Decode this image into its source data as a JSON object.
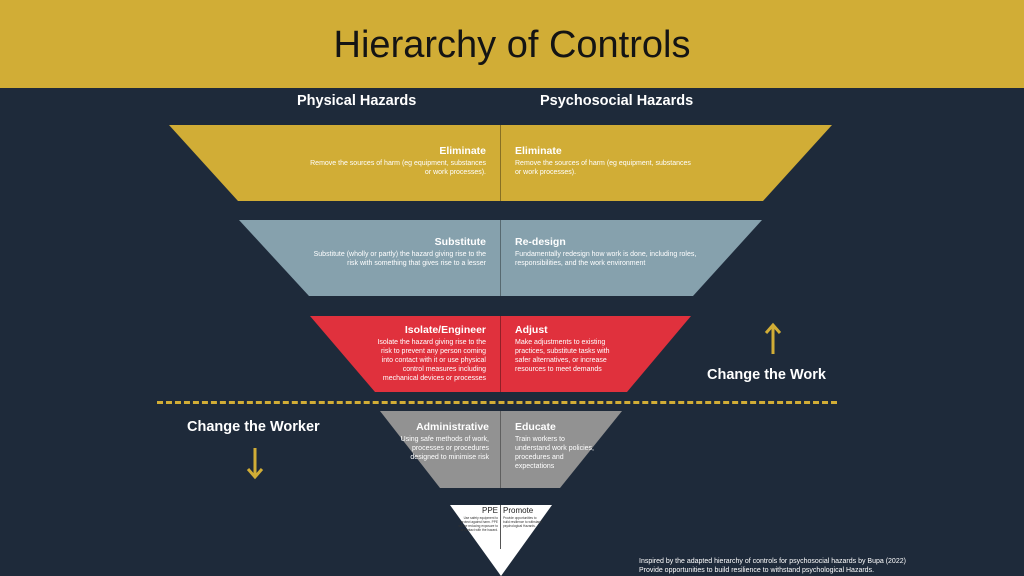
{
  "header": {
    "title": "Hierarchy of Controls"
  },
  "columns": {
    "left": "Physical Hazards",
    "right": "Psychosocial Hazards"
  },
  "colors": {
    "header": "#d1ad36",
    "background": "#1e2a3a",
    "eliminate": "#d1ad36",
    "substitute": "#86a1ad",
    "isolate": "#e0313d",
    "administrative": "#929292",
    "ppe": "#ffffff"
  },
  "tiers": {
    "eliminate": {
      "left_title": "Eliminate",
      "left_text": "Remove the sources of harm (eg equipment, substances or work processes).",
      "right_title": "Eliminate",
      "right_text": "Remove the sources of harm (eg equipment, substances or work processes)."
    },
    "substitute": {
      "left_title": "Substitute",
      "left_text": "Substitute (wholly or partly) the hazard giving rise to the risk with something that gives rise to a lesser",
      "right_title": "Re-design",
      "right_text": "Fundamentally redesign how work is done, including roles, responsibilities, and the work environment"
    },
    "isolate": {
      "left_title": "Isolate/Engineer",
      "left_text": "Isolate the hazard giving rise to the risk to prevent any person coming into contact with it or use physical control measures including mechanical devices or processes",
      "right_title": "Adjust",
      "right_text": "Make adjustments to existing practices, substitute tasks with safer alternatives, or increase resources to meet demands"
    },
    "administrative": {
      "left_title": "Administrative",
      "left_text": "Using safe methods of work, processes or procedures designed to minimise risk",
      "right_title": "Educate",
      "right_text": "Train workers to understand work policies, procedures and expectations"
    },
    "ppe": {
      "left_title": "PPE",
      "left_text": "Use safety equipment to protect against harm. PPE will be reducing exposure to or contact with the hazard.",
      "right_title": "Promote",
      "right_text": "Provide opportunities to build resilience to withstand psychological Hazards."
    }
  },
  "labels": {
    "change_work": "Change the Work",
    "change_worker": "Change the Worker"
  },
  "footer": {
    "line1": "Inspired by the adapted hierarchy of controls for psychosocial hazards by Bupa (2022)",
    "line2": "Provide opportunities to build resilience to withstand psychological Hazards."
  }
}
